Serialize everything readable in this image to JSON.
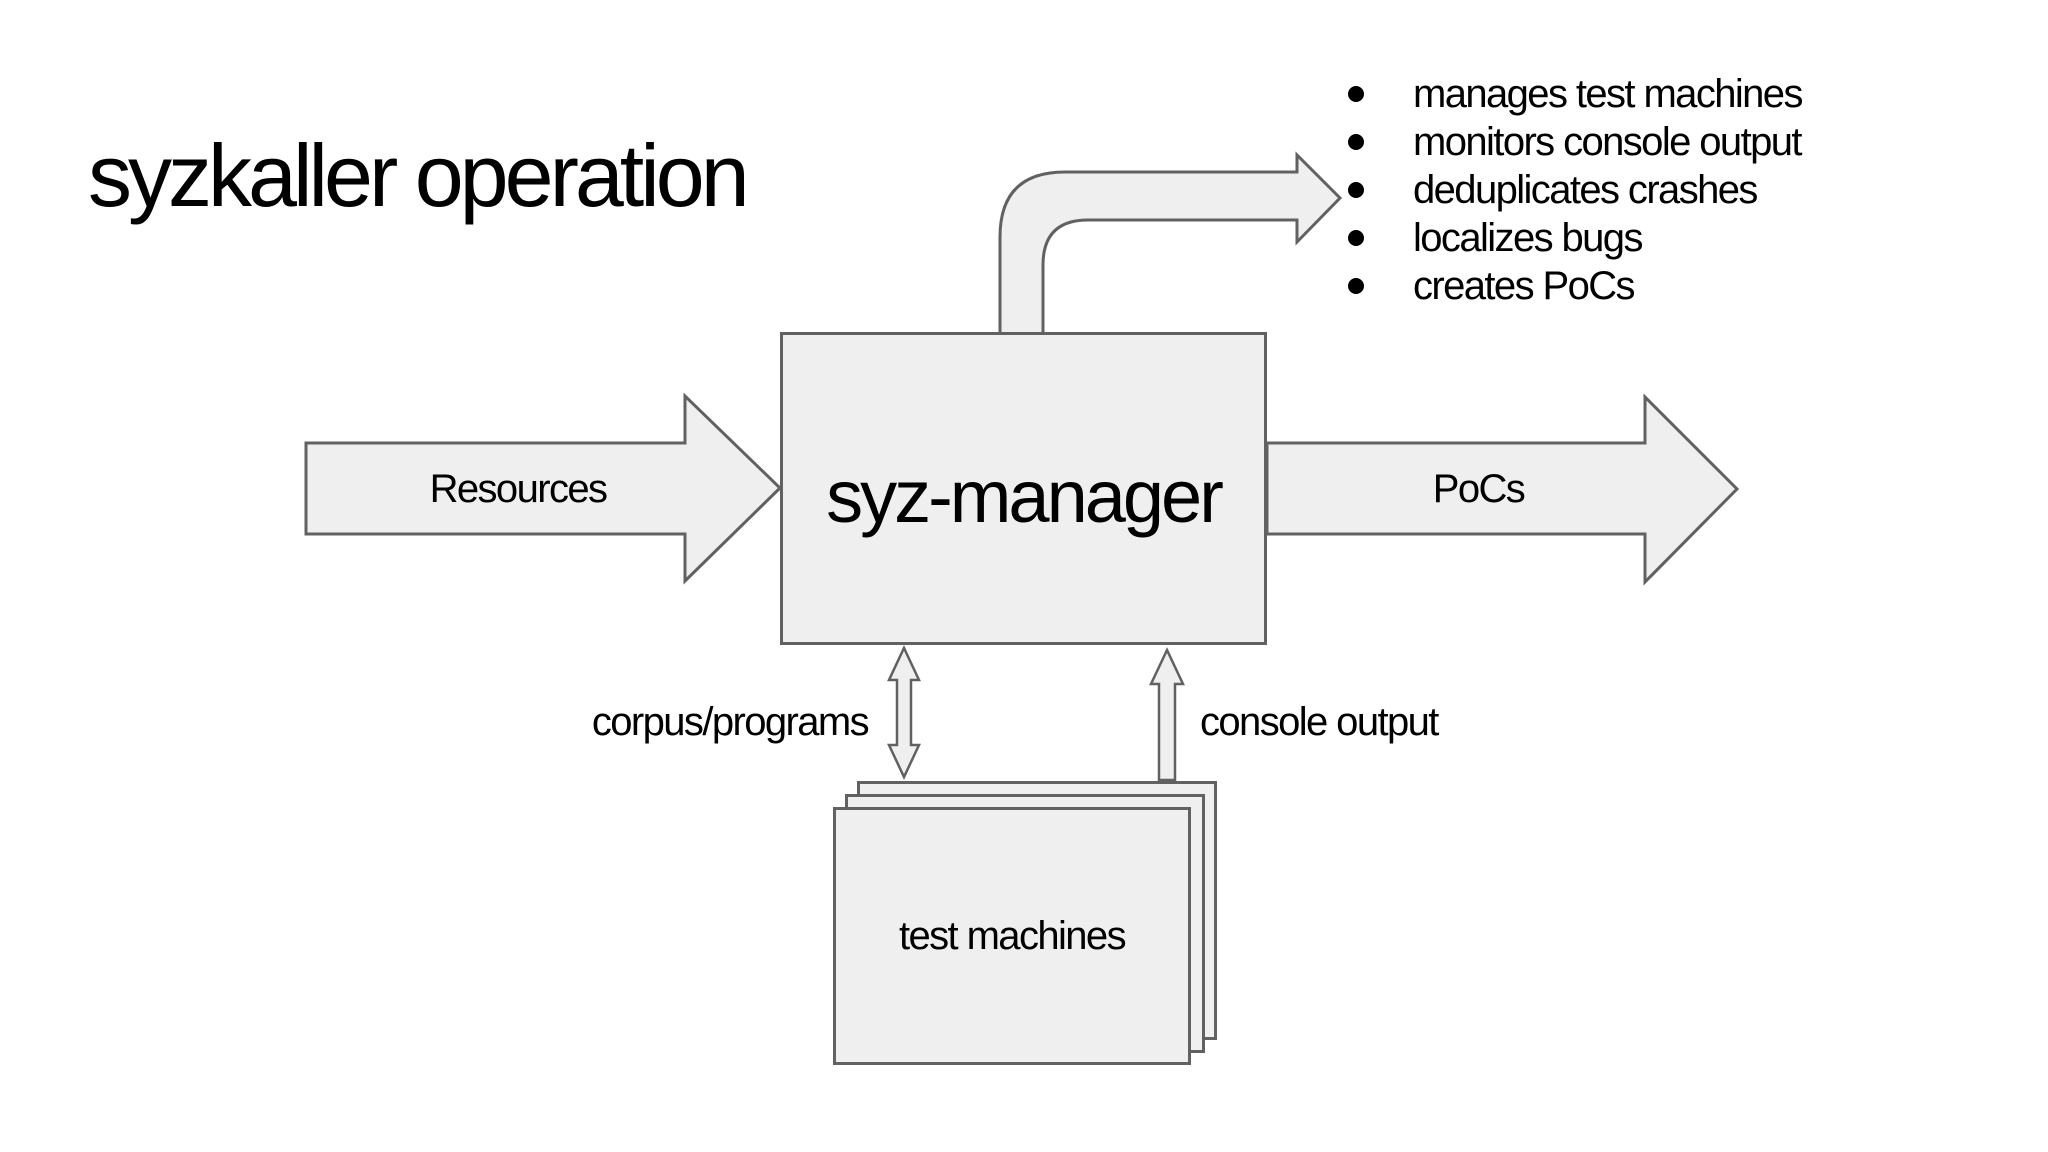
{
  "slide": {
    "title": "syzkaller operation"
  },
  "manager_box": {
    "label": "syz-manager"
  },
  "capabilities_list": {
    "items": [
      "manages test machines",
      "monitors console output",
      "deduplicates crashes",
      "localizes bugs",
      "creates PoCs"
    ]
  },
  "flows": {
    "input": {
      "label": "Resources"
    },
    "output": {
      "label": "PoCs"
    },
    "corpus": {
      "label": "corpus/programs"
    },
    "console": {
      "label": "console output"
    }
  },
  "test_machines": {
    "label": "test machines"
  },
  "colors": {
    "background": "#ffffff",
    "shape_fill": "#efefef",
    "shape_border": "#616161",
    "text": "#000000"
  }
}
